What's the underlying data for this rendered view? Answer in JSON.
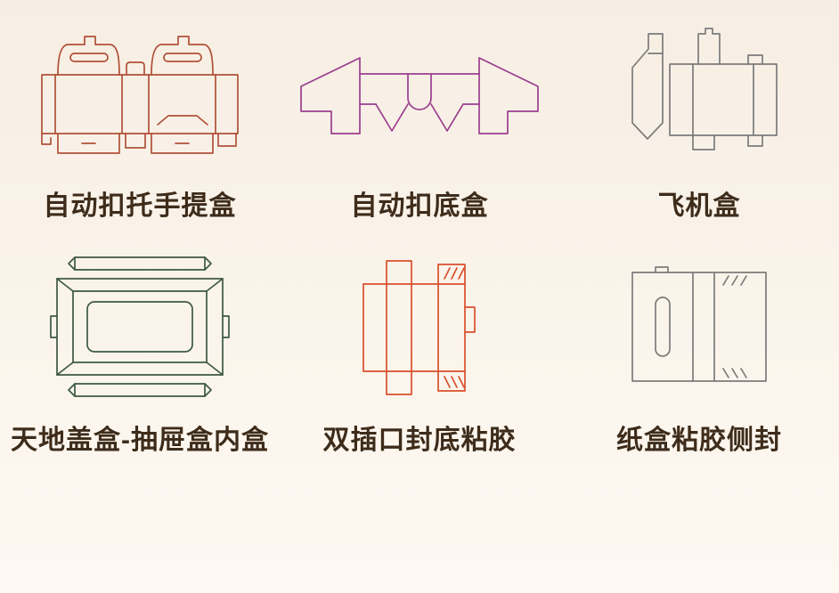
{
  "page": {
    "background_top": "#f7eee3",
    "background_bottom": "#fdf9f2",
    "label_color": "#3e2c1b"
  },
  "items": [
    {
      "label": "自动扣托手提盒",
      "color": "#b05038",
      "icon": "handle-carry-box-dieline"
    },
    {
      "label": "自动扣底盒",
      "color": "#9a3e8f",
      "icon": "auto-lock-bottom-box-dieline"
    },
    {
      "label": "飞机盒",
      "color": "#7b7b7b",
      "icon": "mailer-box-dieline"
    },
    {
      "label": "天地盖盒-抽屉盒内盒",
      "color": "#3c5a40",
      "icon": "lid-and-tray-box-dieline"
    },
    {
      "label": "双插口封底粘胶",
      "color": "#d94f2b",
      "icon": "tuck-end-glue-box-dieline"
    },
    {
      "label": "纸盒粘胶侧封",
      "color": "#7b7b7b",
      "icon": "side-seal-glue-box-dieline"
    }
  ]
}
